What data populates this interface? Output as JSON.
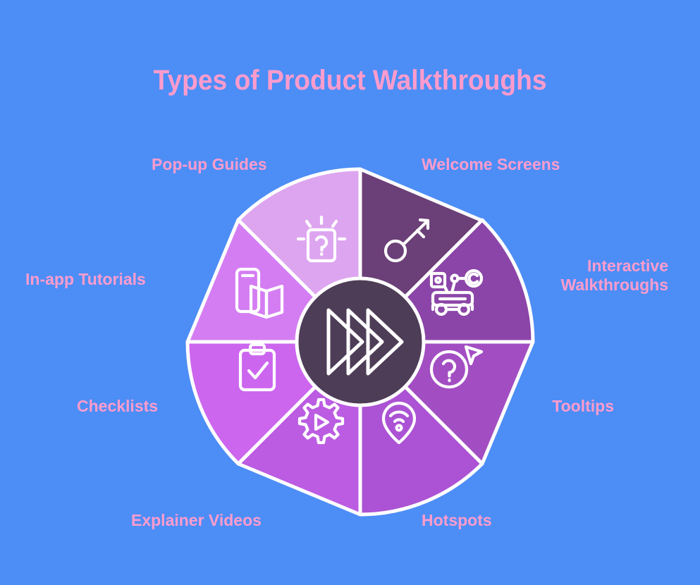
{
  "header": {
    "title": "Types of Product Walkthroughs"
  },
  "colors": {
    "background": "#4d8df6",
    "label_text": "#ff9ccd",
    "title_text": "#ff9ccd",
    "hub_fill": "#4e3d57",
    "stroke": "#ffffff"
  },
  "hub": {
    "icon": "fast-forward-triple-chevron-icon"
  },
  "wheel": {
    "segments": [
      {
        "id": "welcome-screens",
        "label": "Welcome Screens",
        "icon": "key-icon",
        "color": "#6b3f77",
        "angle_start": -90,
        "angle_end": -45,
        "edge": "pointed"
      },
      {
        "id": "interactive-walkthroughs",
        "label": "Interactive\nWalkthroughs",
        "icon": "rover-robot-icon",
        "color": "#8b45a8",
        "angle_start": -45,
        "angle_end": 0,
        "edge": "rounded"
      },
      {
        "id": "tooltips",
        "label": "Tooltips",
        "icon": "question-cursor-icon",
        "color": "#a24ec2",
        "angle_start": 0,
        "angle_end": 45,
        "edge": "pointed"
      },
      {
        "id": "hotspots",
        "label": "Hotspots",
        "icon": "wifi-pin-icon",
        "color": "#ab53d4",
        "angle_start": 45,
        "angle_end": 90,
        "edge": "rounded"
      },
      {
        "id": "explainer-videos",
        "label": "Explainer Videos",
        "icon": "gear-play-icon",
        "color": "#bb5ce2",
        "angle_start": 90,
        "angle_end": 135,
        "edge": "pointed"
      },
      {
        "id": "checklists",
        "label": "Checklists",
        "icon": "clipboard-check-icon",
        "color": "#cc66ee",
        "angle_start": 135,
        "angle_end": 180,
        "edge": "rounded"
      },
      {
        "id": "in-app-tutorials",
        "label": "In-app Tutorials",
        "icon": "phone-book-icon",
        "color": "#d47df2",
        "angle_start": 180,
        "angle_end": 225,
        "edge": "pointed"
      },
      {
        "id": "pop-up-guides",
        "label": "Pop-up Guides",
        "icon": "popup-question-card-icon",
        "color": "#dda5f0",
        "angle_start": 225,
        "angle_end": 270,
        "edge": "rounded"
      }
    ]
  }
}
